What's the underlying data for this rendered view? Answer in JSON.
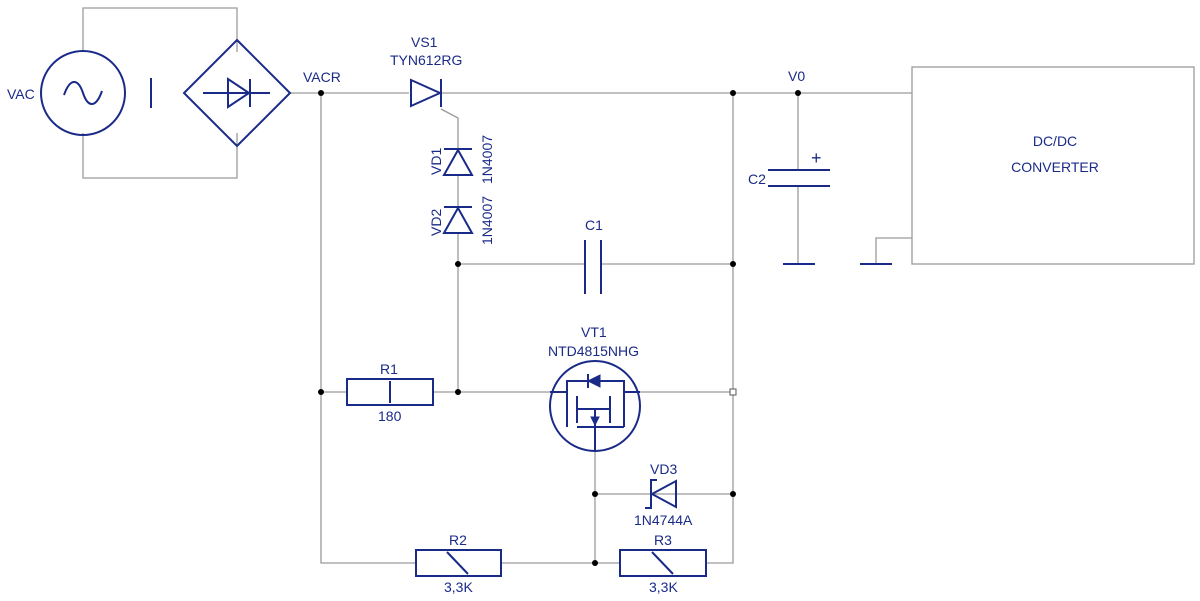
{
  "labels": {
    "vac": "VAC",
    "vacr": "VACR",
    "v0": "V0",
    "vs1_ref": "VS1",
    "vs1_part": "TYN612RG",
    "vd1_ref": "VD1",
    "vd1_part": "1N4007",
    "vd2_ref": "VD2",
    "vd2_part": "1N4007",
    "c1_ref": "C1",
    "c2_ref": "C2",
    "c2_polarity": "+",
    "vt1_ref": "VT1",
    "vt1_part": "NTD4815NHG",
    "r1_ref": "R1",
    "r1_value": "180",
    "vd3_ref": "VD3",
    "vd3_part": "1N4744A",
    "r2_ref": "R2",
    "r2_value": "3,3K",
    "r3_ref": "R3",
    "r3_value": "3,3K",
    "dcdc_line1": "DC/DC",
    "dcdc_line2": "CONVERTER"
  }
}
